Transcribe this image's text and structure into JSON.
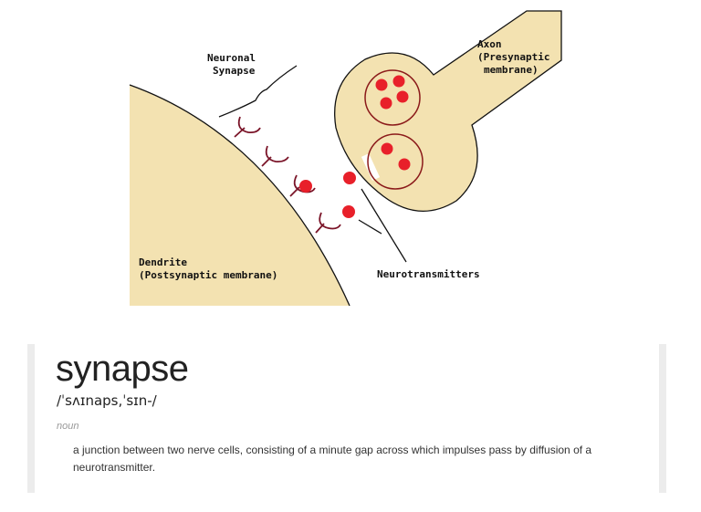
{
  "diagram": {
    "labels": {
      "synapse_line1": "Neuronal",
      "synapse_line2": "Synapse",
      "axon_line1": "Axon",
      "axon_line2": "(Presynaptic",
      "axon_line3": "membrane)",
      "dendrite_line1": "Dendrite",
      "dendrite_line2": "(Postsynaptic membrane)",
      "neurotransmitters": "Neurotransmitters"
    },
    "colors": {
      "membrane": "#f3e2b1",
      "vesicle": "#8b1a1a",
      "neurotransmitter": "#e8202a",
      "receptor": "#7a1428"
    }
  },
  "definition": {
    "word": "synapse",
    "phonetic": "/ˈsʌɪnaps,ˈsɪn-/",
    "part_of_speech": "noun",
    "meaning": "a junction between two nerve cells, consisting of a minute gap across which impulses pass by diffusion of a neurotransmitter."
  }
}
